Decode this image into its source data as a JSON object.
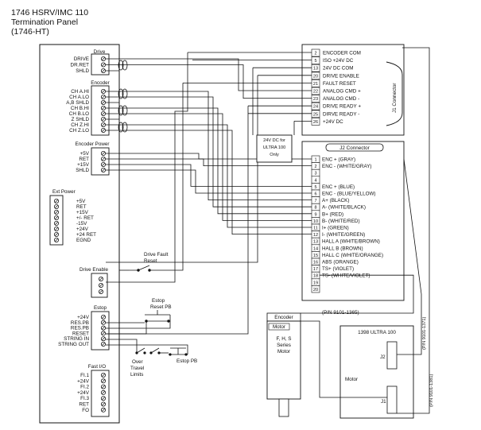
{
  "title": {
    "line1": "1746 HSRV/IMC 110",
    "line2": "Termination Panel",
    "line3": "(1746-HT)"
  },
  "blocks": {
    "drive": {
      "name": "Drive",
      "pins": [
        "DRIVE",
        "DR.RET",
        "SHLD"
      ]
    },
    "encoder": {
      "name": "Encoder",
      "pins": [
        "CH A.HI",
        "CH A.LO",
        "A,B SHLD",
        "CH B.HI",
        "CH B.LO",
        "Z SHLD",
        "CH Z.HI",
        "CH Z.LO"
      ]
    },
    "encoder_power": {
      "name": "Encoder Power",
      "pins": [
        "+5V",
        "RET",
        "+15V",
        "SHLD"
      ]
    },
    "ext_power": {
      "name": "Ext Power",
      "pins": [
        "+5V",
        "RET",
        "+15V",
        "+/- RET",
        "-15V",
        "+24V",
        "+24 RET",
        "EGND"
      ]
    },
    "drive_enable": {
      "name": "Drive Enable"
    },
    "estop": {
      "name": "Estop",
      "pins": [
        "+24V",
        "RES.PB",
        "RES.PB",
        "RESET",
        "STRING IN",
        "STRING OUT"
      ]
    },
    "fast_io": {
      "name": "Fast I/O",
      "pins": [
        "FI.1",
        "+24V",
        "FI.2",
        "+24V",
        "FI.3",
        "RET",
        "FO"
      ]
    }
  },
  "labels": {
    "drive_fault_reset": [
      "Drive Fault",
      "Reset"
    ],
    "estop_reset_pb": [
      "Estop",
      "Reset PB"
    ],
    "over_travel": [
      "Over",
      "Travel",
      "Limits"
    ],
    "estop_pb": "Estop PB",
    "supply": [
      "24V DC for",
      "ULTRA 100",
      "Only"
    ],
    "pn_1365": "(P/N 9101-1365)",
    "pn_1371": "(P/N 9101-1371)",
    "pn_1381": "(P/N 9101-1381)"
  },
  "j1": {
    "name": "J1 Connector",
    "pins": [
      {
        "n": "2",
        "label": "ENCODER COM"
      },
      {
        "n": "5",
        "label": "ISO +24V DC"
      },
      {
        "n": "13",
        "label": "24V DC COM"
      },
      {
        "n": "20",
        "label": "DRIVE ENABLE"
      },
      {
        "n": "21",
        "label": "FAULT RESET"
      },
      {
        "n": "22",
        "label": "ANALOG CMD +"
      },
      {
        "n": "23",
        "label": "ANALOG CMD -"
      },
      {
        "n": "24",
        "label": "DRIVE READY +"
      },
      {
        "n": "25",
        "label": "DIRVE READY -"
      },
      {
        "n": "26",
        "label": "+24V DC"
      }
    ]
  },
  "j2": {
    "name": "J2 Connector",
    "pins": [
      {
        "n": "1",
        "label": "ENC + (GRAY)"
      },
      {
        "n": "2",
        "label": "ENC - (WHITE/GRAY)"
      },
      {
        "n": "3",
        "label": ""
      },
      {
        "n": "4",
        "label": ""
      },
      {
        "n": "5",
        "label": "ENC + (BLUE)"
      },
      {
        "n": "6",
        "label": "ENC - (BLUE/YELLOW)"
      },
      {
        "n": "7",
        "label": "A+ (BLACK)"
      },
      {
        "n": "8",
        "label": "A- (WHITE/BLACK)"
      },
      {
        "n": "9",
        "label": "B+ (RED)"
      },
      {
        "n": "10",
        "label": "B- (WHITE/RED)"
      },
      {
        "n": "11",
        "label": "I+ (GREEN)"
      },
      {
        "n": "12",
        "label": "I- (WHITE/GREEN)"
      },
      {
        "n": "13",
        "label": "HALL A (WHITE/BROWN)"
      },
      {
        "n": "14",
        "label": "HALL B (BROWN)"
      },
      {
        "n": "15",
        "label": "HALL C (WHITE/ORANGE)"
      },
      {
        "n": "16",
        "label": "ABS (ORANGE)"
      },
      {
        "n": "17",
        "label": "TS+ (VIOLET)"
      },
      {
        "n": "18",
        "label": "TS- (WHITE/VIOLET)"
      },
      {
        "n": "19",
        "label": ""
      },
      {
        "n": "20",
        "label": ""
      }
    ]
  },
  "motor": {
    "encoder": "Encoder",
    "motor": "Motor",
    "series": [
      "F, H, S",
      "Series",
      "Motor"
    ]
  },
  "ultra": {
    "name": "1398 ULTRA 100",
    "motor": "Motor",
    "j2": "J2",
    "j1": "J1"
  }
}
